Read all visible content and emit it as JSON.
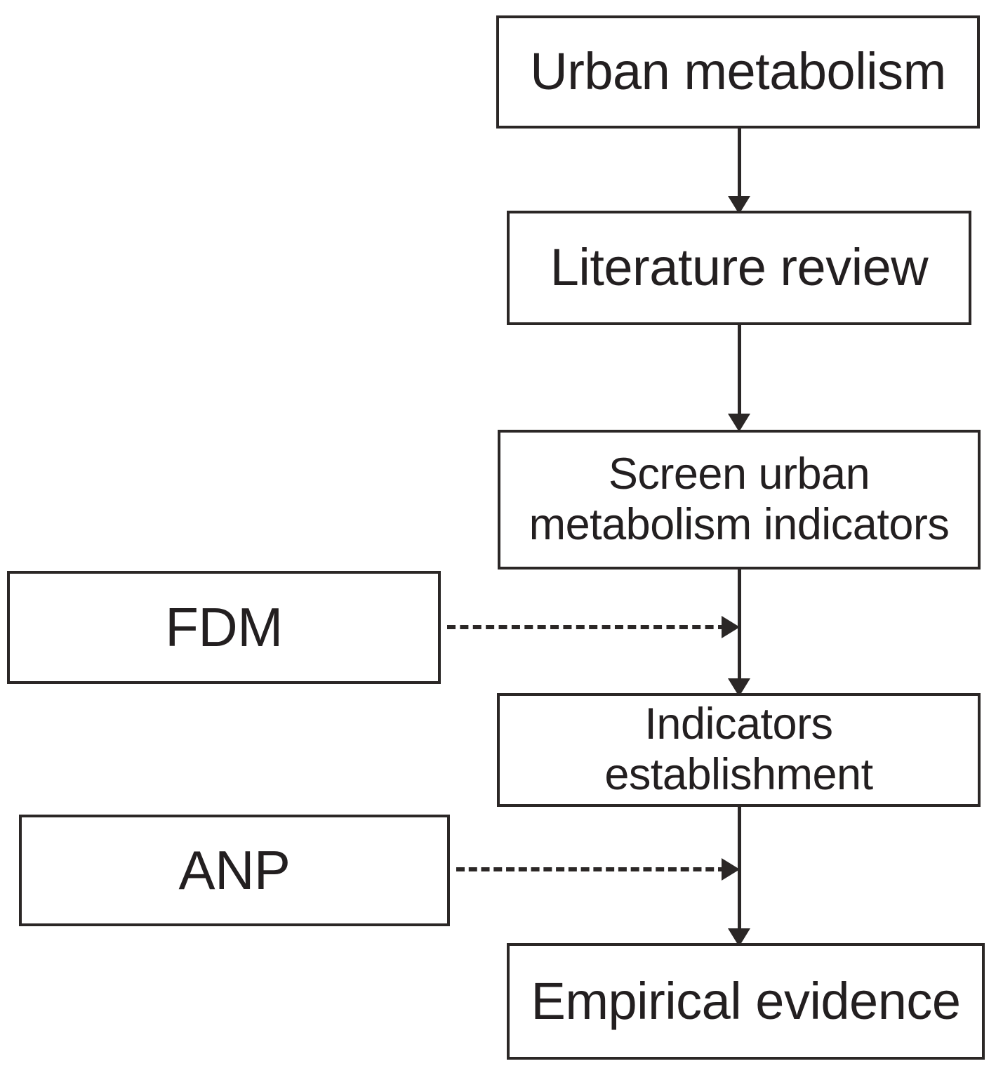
{
  "diagram": {
    "type": "flowchart",
    "orientation": "top-to-bottom",
    "colors": {
      "stroke": "#2b2726",
      "text": "#231f20",
      "background": "#ffffff"
    },
    "nodes": [
      {
        "id": "urban-metabolism",
        "label": "Urban metabolism"
      },
      {
        "id": "literature-review",
        "label": "Literature review"
      },
      {
        "id": "screen-indicators",
        "label": "Screen urban\nmetabolism indicators"
      },
      {
        "id": "fdm",
        "label": "FDM"
      },
      {
        "id": "indicators-establishment",
        "label": "Indicators\nestablishment"
      },
      {
        "id": "anp",
        "label": "ANP"
      },
      {
        "id": "empirical-evidence",
        "label": "Empirical evidence"
      }
    ],
    "edges": [
      {
        "from": "urban-metabolism",
        "to": "literature-review",
        "style": "solid",
        "direction": "down"
      },
      {
        "from": "literature-review",
        "to": "screen-indicators",
        "style": "solid",
        "direction": "down"
      },
      {
        "from": "screen-indicators",
        "to": "indicators-establishment",
        "style": "solid",
        "direction": "down"
      },
      {
        "from": "fdm",
        "to": "screen-indicators-to-indicators-link",
        "style": "dashed",
        "direction": "right"
      },
      {
        "from": "indicators-establishment",
        "to": "empirical-evidence",
        "style": "solid",
        "direction": "down"
      },
      {
        "from": "anp",
        "to": "indicators-to-empirical-link",
        "style": "dashed",
        "direction": "right"
      }
    ]
  }
}
